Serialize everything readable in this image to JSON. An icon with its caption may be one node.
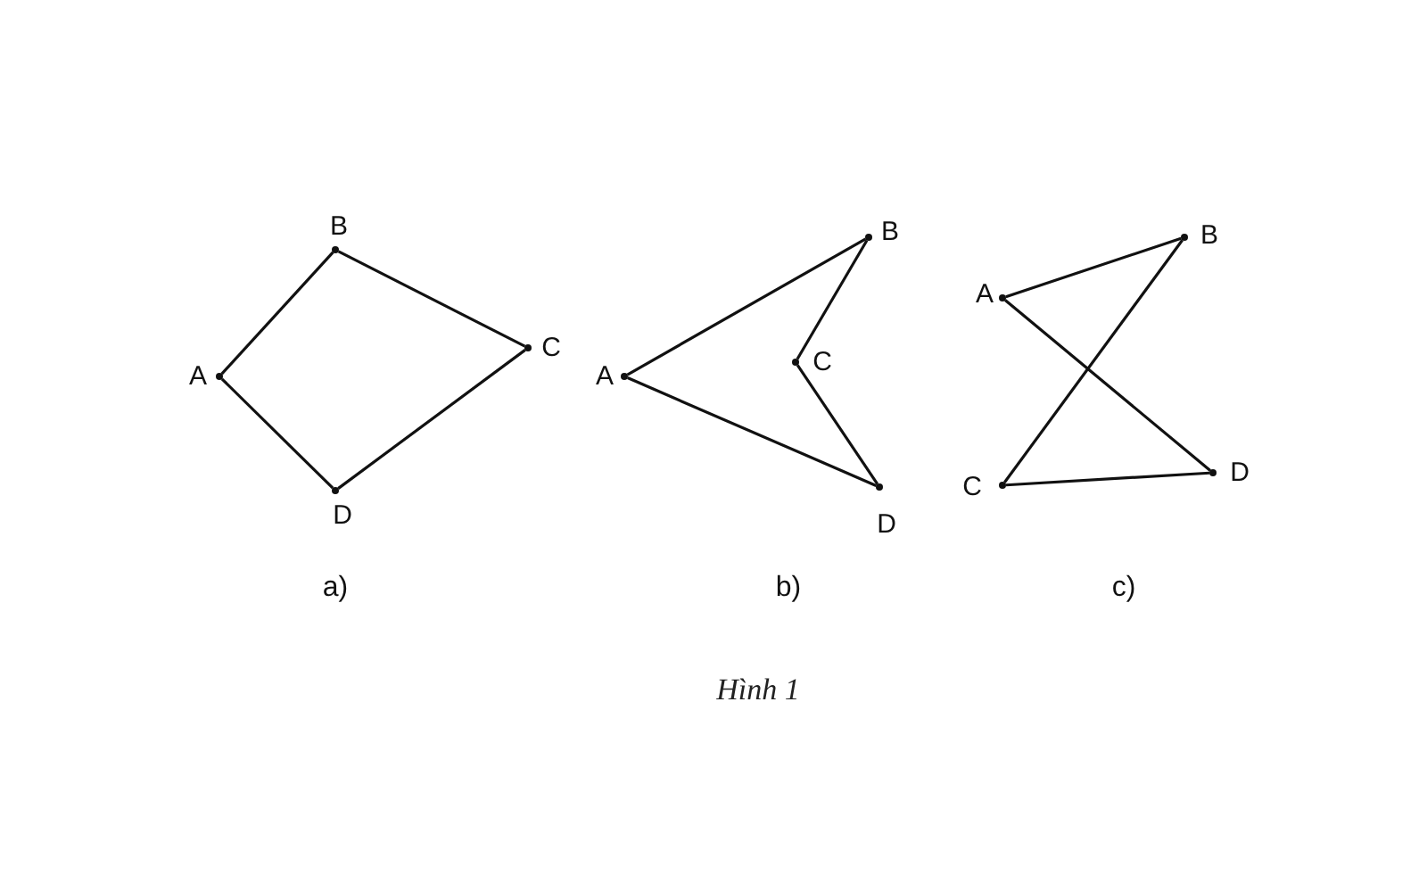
{
  "diagram": {
    "caption": "Hình 1",
    "nodes": [
      {
        "text": [],
        "shape": "point",
        "beside": [
          "A"
        ]
      },
      {
        "text": [],
        "shape": "point",
        "beside": [
          "B"
        ]
      },
      {
        "text": [],
        "shape": "point",
        "beside": [
          "C"
        ]
      },
      {
        "text": [],
        "shape": "point",
        "beside": [
          "D"
        ]
      },
      {
        "text": [],
        "shape": "point",
        "beside": [
          "A"
        ]
      },
      {
        "text": [],
        "shape": "point",
        "beside": [
          "B"
        ]
      },
      {
        "text": [],
        "shape": "point",
        "beside": [
          "C"
        ]
      },
      {
        "text": [],
        "shape": "point",
        "beside": [
          "D"
        ]
      },
      {
        "text": [],
        "shape": "point",
        "beside": [
          "A"
        ]
      },
      {
        "text": [],
        "shape": "point",
        "beside": [
          "B"
        ]
      },
      {
        "text": [],
        "shape": "point",
        "beside": [
          "C"
        ]
      },
      {
        "text": [],
        "shape": "point",
        "beside": [
          "D"
        ]
      }
    ],
    "edges": [
      {
        "from": 0,
        "to": 1,
        "arrow": "none"
      },
      {
        "from": 1,
        "to": 2,
        "arrow": "none"
      },
      {
        "from": 2,
        "to": 3,
        "arrow": "none"
      },
      {
        "from": 3,
        "to": 0,
        "arrow": "none"
      },
      {
        "from": 4,
        "to": 5,
        "arrow": "none"
      },
      {
        "from": 5,
        "to": 6,
        "arrow": "none"
      },
      {
        "from": 6,
        "to": 7,
        "arrow": "none"
      },
      {
        "from": 7,
        "to": 4,
        "arrow": "none"
      },
      {
        "from": 8,
        "to": 9,
        "arrow": "none"
      },
      {
        "from": 9,
        "to": 10,
        "arrow": "none"
      },
      {
        "from": 10,
        "to": 11,
        "arrow": "none"
      },
      {
        "from": 11,
        "to": 8,
        "arrow": "none"
      }
    ],
    "labels": [
      "a)",
      "b)",
      "c)"
    ]
  }
}
